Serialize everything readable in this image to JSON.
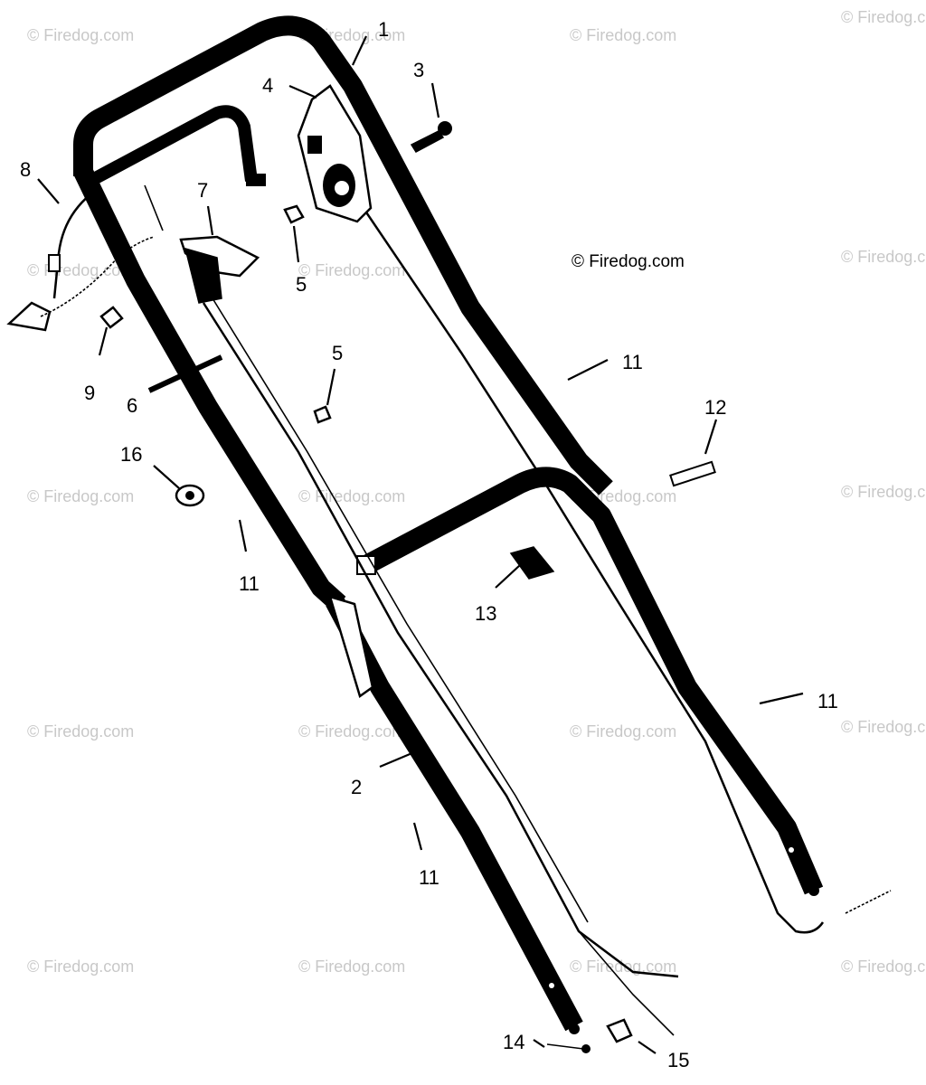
{
  "watermark": "© Firedog.com",
  "callouts": {
    "c1": "1",
    "c2": "2",
    "c3": "3",
    "c4": "4",
    "c5a": "5",
    "c5b": "5",
    "c6": "6",
    "c7": "7",
    "c8": "8",
    "c9": "9",
    "c11a": "11",
    "c11b": "11",
    "c11c": "11",
    "c11d": "11",
    "c12": "12",
    "c13": "13",
    "c14": "14",
    "c15": "15",
    "c16": "16"
  }
}
